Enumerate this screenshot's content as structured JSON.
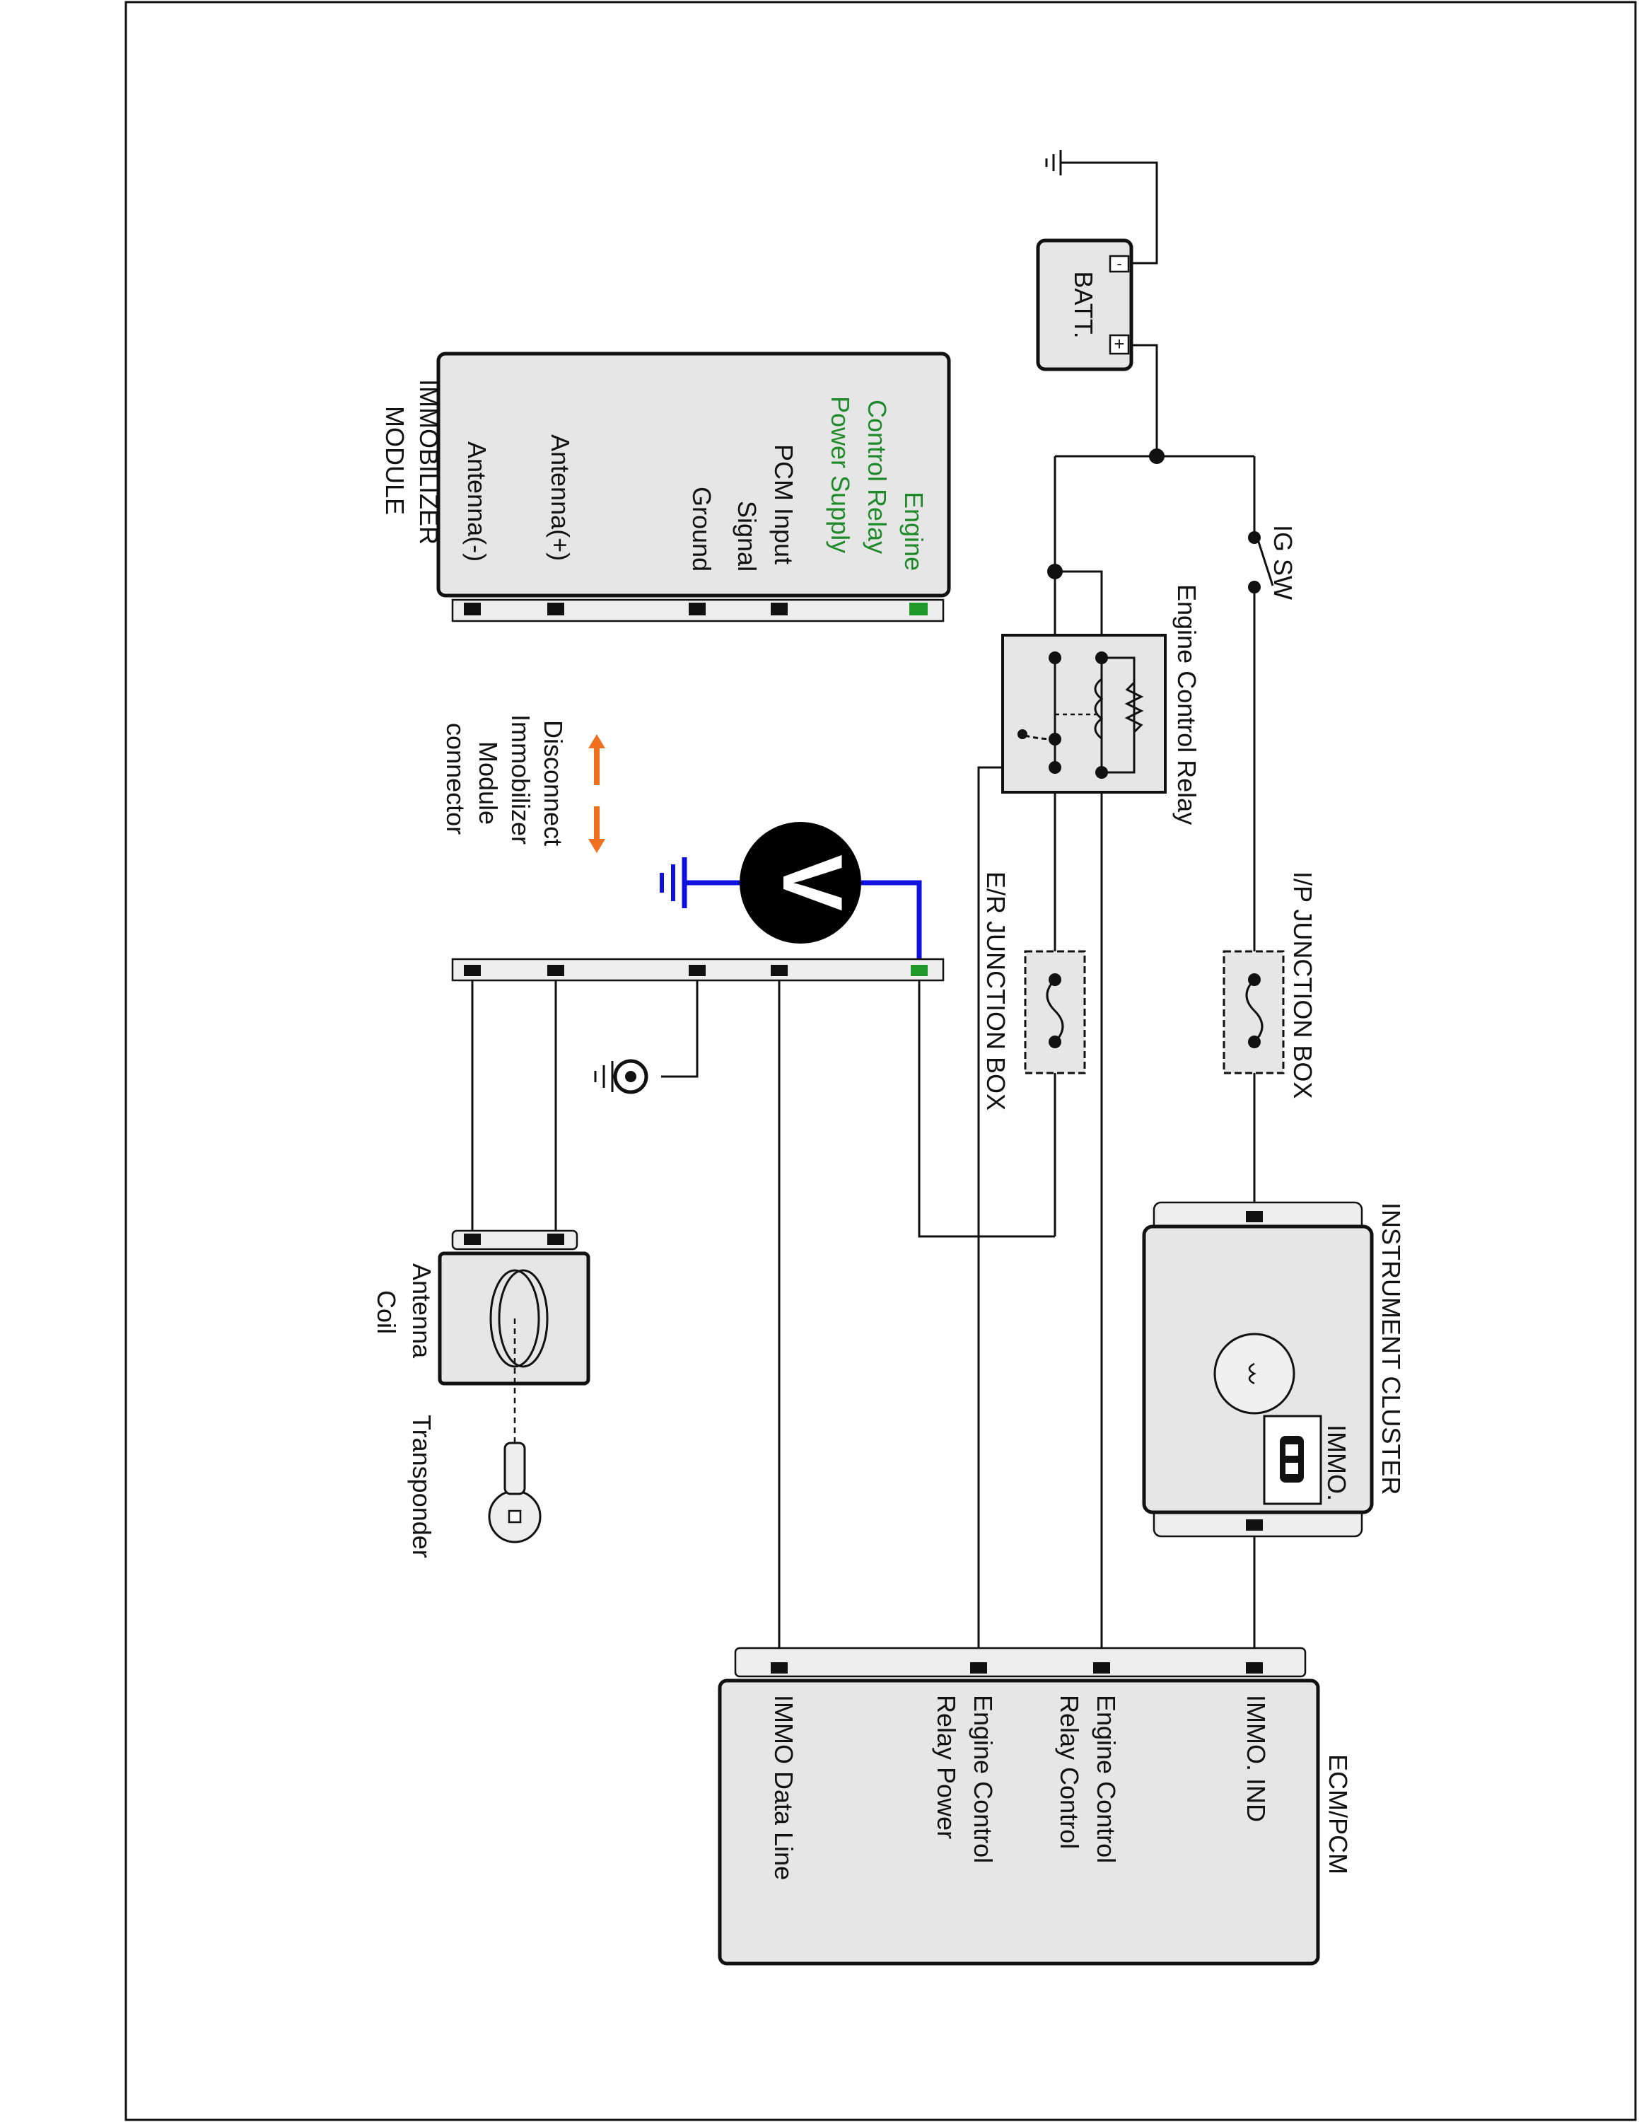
{
  "colors": {
    "highlight_label": "#1f8a2a",
    "highlight_pin": "#1f9a2a",
    "probe_wire": "#1010e0",
    "disconnect_arrow": "#f07020",
    "meter_body": "#000000"
  },
  "battery": {
    "label": "BATT.",
    "neg": "-",
    "pos": "+"
  },
  "ig_switch": {
    "label": "IG SW"
  },
  "relay": {
    "label": "Engine Control Relay"
  },
  "ip_junction": {
    "label": "I/P JUNCTION BOX"
  },
  "er_junction": {
    "label": "E/R JUNCTION BOX"
  },
  "instrument_cluster": {
    "label": "INSTRUMENT CLUSTER",
    "indicator": "IMMO."
  },
  "immobilizer": {
    "title_line1": "IMMOBILIZER",
    "title_line2": "MODULE",
    "pin1_l1": "Engine",
    "pin1_l2": "Control Relay",
    "pin1_l3": "Power Supply",
    "pin2_l1": "PCM Input",
    "pin2_l2": "Signal",
    "pin3": "Ground",
    "pin4": "Antenna(+)",
    "pin5": "Antenna(-)"
  },
  "disconnect": {
    "line1": "Disconnect",
    "line2": "Immobilizer",
    "line3": "Module",
    "line4": "connector"
  },
  "voltmeter": {
    "symbol": "V"
  },
  "antenna": {
    "line1": "Antenna",
    "line2": "Coil"
  },
  "transponder": {
    "label": "Transponder"
  },
  "ecm": {
    "title": "ECM/PCM",
    "pin1": "IMMO. IND",
    "pin2_l1": "Engine Control",
    "pin2_l2": "Relay Control",
    "pin3_l1": "Engine Control",
    "pin3_l2": "Relay Power",
    "pin4": "IMMO Data Line"
  }
}
